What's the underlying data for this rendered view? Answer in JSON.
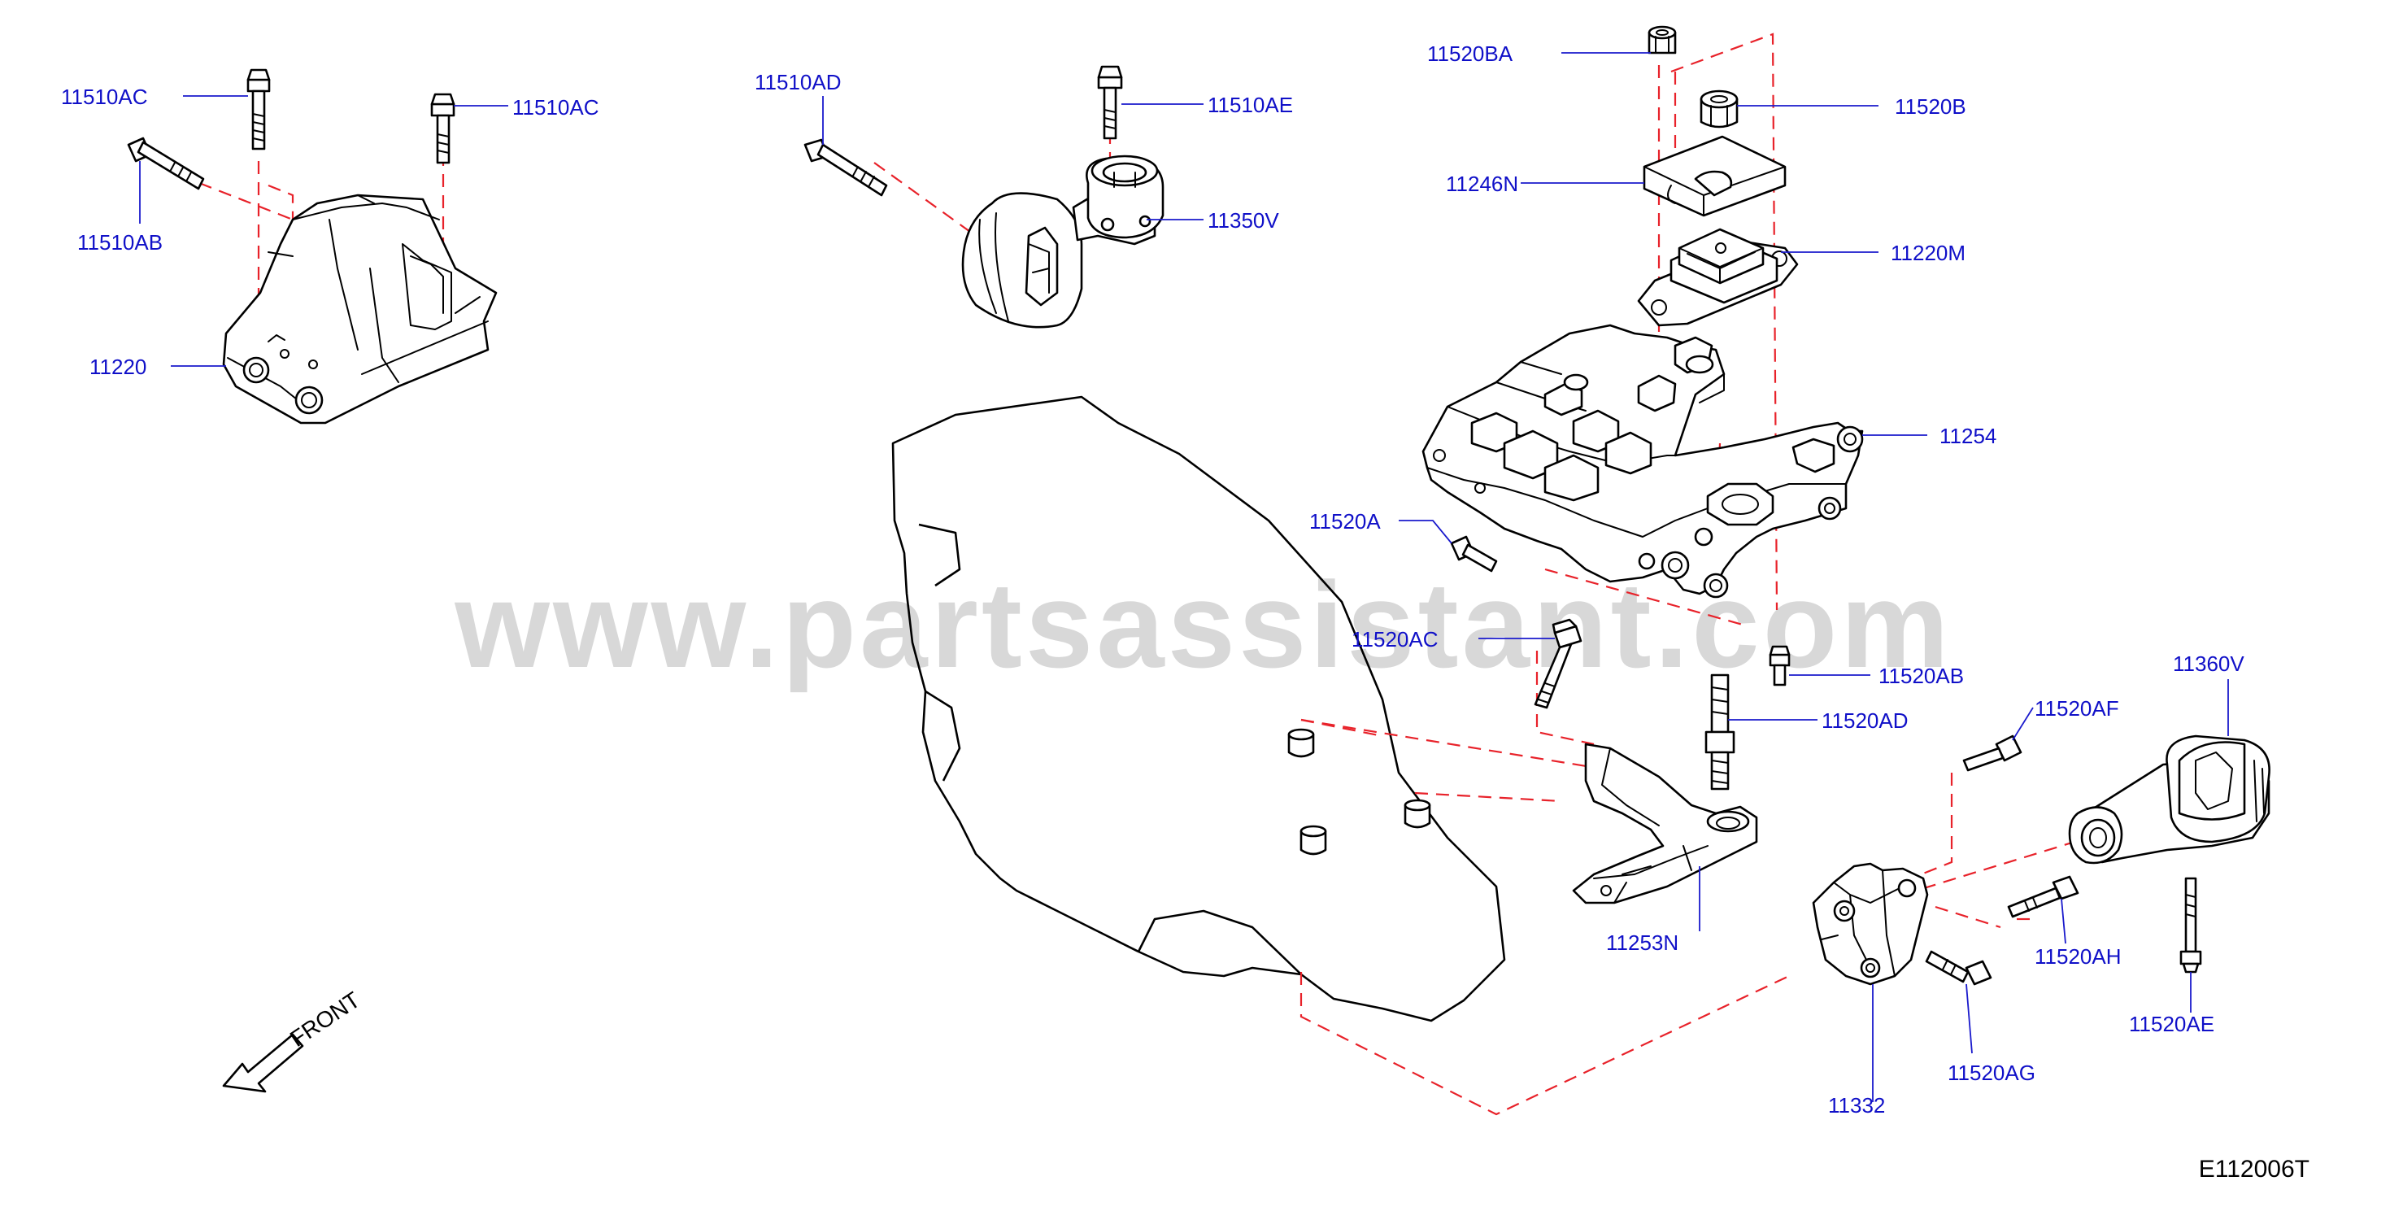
{
  "watermark": "www.partsassistant.com",
  "diagram_code": "E112006T",
  "front_label": "FRONT",
  "colors": {
    "label": "#1010c8",
    "dash": "#e8222a",
    "line": "#000000",
    "watermark": "#d8d8d8"
  },
  "labels": {
    "p11510AC_a": "11510AC",
    "p11510AC_b": "11510AC",
    "p11510AB": "11510AB",
    "p11220": "11220",
    "p11510AD": "11510AD",
    "p11510AE": "11510AE",
    "p11350V": "11350V",
    "p11520BA": "11520BA",
    "p11520B": "11520B",
    "p11246N": "11246N",
    "p11220M": "11220M",
    "p11254": "11254",
    "p11520A": "11520A",
    "p11520AC": "11520AC",
    "p11520AB": "11520AB",
    "p11520AD": "11520AD",
    "p11253N": "11253N",
    "p11520AF": "11520AF",
    "p11360V": "11360V",
    "p11520AH": "11520AH",
    "p11520AE": "11520AE",
    "p11520AG": "11520AG",
    "p11332": "11332"
  }
}
